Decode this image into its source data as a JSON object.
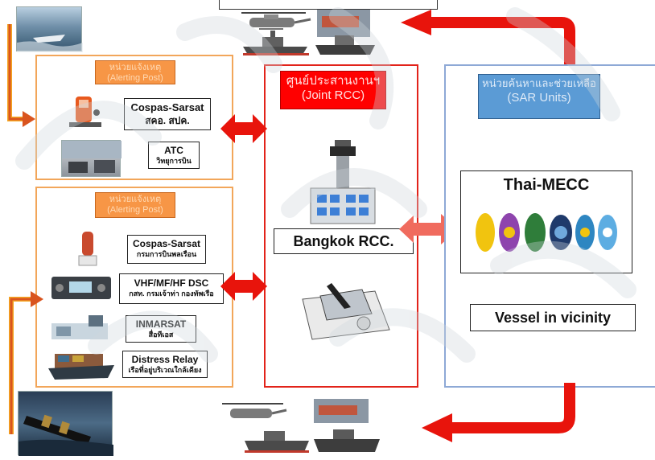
{
  "alerting_post_top": {
    "label": "หน่วยแจ้งเหตุ (Alerting Post)",
    "items": [
      {
        "line1": "Cospas-Sarsat",
        "line2": "สคอ. สปค."
      },
      {
        "line1": "ATC",
        "line2": "วิทยุการบิน"
      }
    ]
  },
  "alerting_post_bottom": {
    "label": "หน่วยแจ้งเหตุ (Alerting Post)",
    "items": [
      {
        "line1": "Cospas-Sarsat",
        "line2": "กรมการบินพลเรือน"
      },
      {
        "line1": "VHF/MF/HF DSC",
        "line2": "กสท. กรมเจ้าท่า กองทัพเรือ"
      },
      {
        "line1": "INMARSAT",
        "line2": "สื่อทีเอส"
      },
      {
        "line1": "Distress Relay",
        "line2": "เรือที่อยู่บริเวณใกล้เคียง"
      }
    ]
  },
  "joint_rcc": {
    "label_th": "ศูนย์ประสานงานฯ",
    "label_en": "(Joint RCC)",
    "center_box": "Bangkok RCC."
  },
  "sar_units": {
    "label_th": "หน่วยค้นหาและช่วยเหลือ",
    "label_en": "(SAR Units)",
    "mecc_title": "Thai-MECC",
    "vessel_box": "Vessel in vicinity"
  },
  "colors": {
    "arrow_red": "#e8140c",
    "arrow_orange": "#f5a623",
    "panel_orange": "#f2a65a",
    "panel_red": "#e2231a",
    "panel_blue": "#8ea9d6"
  },
  "icons": [
    "helicopter-icon",
    "navy-ship-icon",
    "cargo-ship-icon",
    "epirb-beacon-icon",
    "atc-room-icon",
    "radio-set-icon",
    "inmarsat-terminal-icon",
    "control-tower-icon",
    "desk-map-icon",
    "emblem-icon",
    "sinking-ship-icon"
  ]
}
